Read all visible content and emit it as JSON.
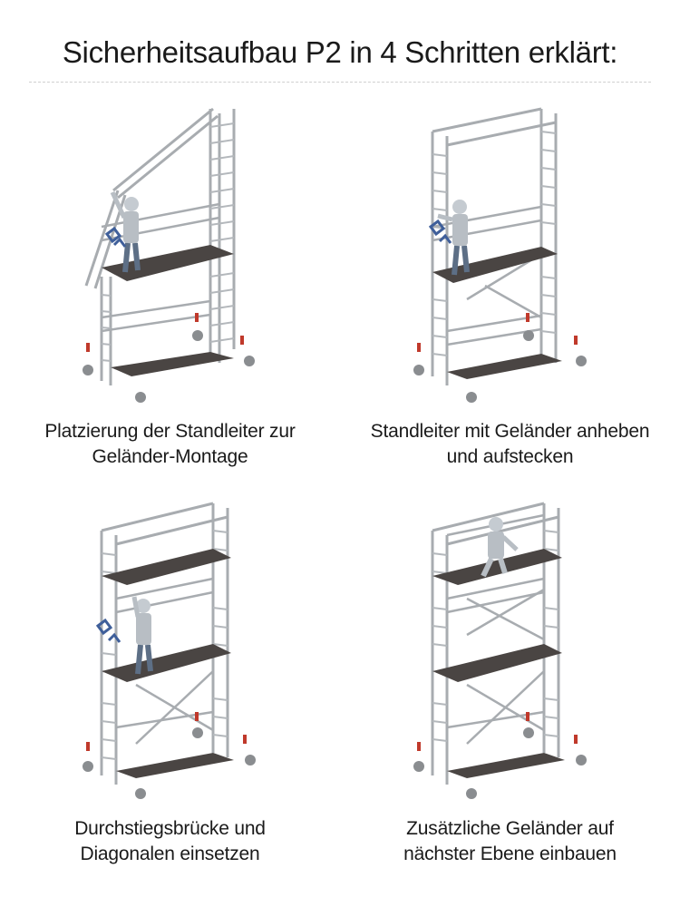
{
  "title": "Sicherheitsaufbau P2 in 4 Schritten erklärt:",
  "steps": [
    {
      "caption": [
        "Platzierung der Standleiter zur",
        "Geländer-Montage"
      ]
    },
    {
      "caption": [
        "Standleiter mit Geländer anheben",
        "und aufstecken"
      ]
    },
    {
      "caption": [
        "Durchstiegsbrücke und",
        "Diagonalen einsetzen"
      ]
    },
    {
      "caption": [
        "Zusätzliche Geländer auf",
        "nächster Ebene einbauen"
      ]
    }
  ],
  "colors": {
    "frame": "#a8acb0",
    "frame_dark": "#6f7378",
    "platform": "#4a4543",
    "worker": "#b8bec4",
    "worker_dark": "#5d6f86",
    "clamp": "#3f5f9a",
    "stopper_red": "#c0392b",
    "wheel": "#8a8d90"
  }
}
